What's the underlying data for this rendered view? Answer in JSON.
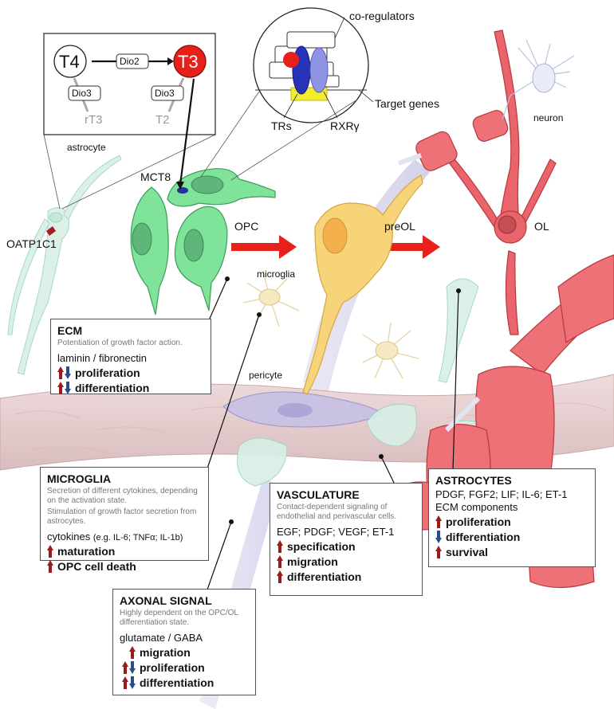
{
  "hormone_inset": {
    "t4": "T4",
    "t3": "T3",
    "dio2": "Dio2",
    "dio3_left": "Dio3",
    "dio3_right": "Dio3",
    "rt3": "rT3",
    "t2": "T2"
  },
  "receptor_inset": {
    "coregulators": "co-regulators",
    "target_genes": "Target genes",
    "trs": "TRs",
    "rxr": "RXRγ"
  },
  "cell_labels": {
    "astrocyte": "astrocyte",
    "mct8": "MCT8",
    "oatp1c1": "OATP1C1",
    "opc": "OPC",
    "preol": "preOL",
    "ol": "OL",
    "neuron": "neuron",
    "microglia": "microglia",
    "pericyte": "pericyte"
  },
  "boxes": {
    "ecm": {
      "title": "ECM",
      "note": "Potentiation of growth factor action.",
      "agents": "laminin / fibronectin",
      "effects": [
        {
          "arrows": [
            "up",
            "down"
          ],
          "text": "proliferation"
        },
        {
          "arrows": [
            "up",
            "down"
          ],
          "text": "differentiation"
        }
      ]
    },
    "microglia": {
      "title": "MICROGLIA",
      "note1": "Secretion of different cytokines, depending on the activation state.",
      "note2": "Stimulation of growth factor secretion from astrocytes.",
      "agents_main": "cytokines",
      "agents_small": "(e.g. IL-6; TNFα; IL-1b)",
      "effects": [
        {
          "arrows": [
            "up"
          ],
          "text": "maturation"
        },
        {
          "arrows": [
            "up"
          ],
          "text": "OPC cell death"
        }
      ]
    },
    "vasculature": {
      "title": "VASCULATURE",
      "note": "Contact-dependent signaling of endothelial and perivascular cells.",
      "agents": "EGF; PDGF; VEGF; ET-1",
      "effects": [
        {
          "arrows": [
            "up"
          ],
          "text": "specification"
        },
        {
          "arrows": [
            "up"
          ],
          "text": "migration"
        },
        {
          "arrows": [
            "up"
          ],
          "text": "differentiation"
        }
      ]
    },
    "astrocytes": {
      "title": "ASTROCYTES",
      "agents1": "PDGF, FGF2; LIF; IL-6; ET-1",
      "agents2": "ECM components",
      "effects": [
        {
          "arrows": [
            "up"
          ],
          "text": "proliferation"
        },
        {
          "arrows": [
            "down"
          ],
          "text": "differentiation"
        },
        {
          "arrows": [
            "up"
          ],
          "text": "survival"
        }
      ]
    },
    "axonal": {
      "title": "AXONAL SIGNAL",
      "note": "Highly dependent on the OPC/OL differentiation state.",
      "agents": "glutamate / GABA",
      "effects": [
        {
          "arrows": [
            "up"
          ],
          "text": "migration"
        },
        {
          "arrows": [
            "up",
            "down"
          ],
          "text": "proliferation"
        },
        {
          "arrows": [
            "up",
            "down"
          ],
          "text": "differentiation"
        }
      ]
    }
  },
  "colors": {
    "opc": "#7fe39a",
    "preol": "#f7d37a",
    "ol": "#e9646b",
    "vessel": "#e7cfd0",
    "astro": "#d8f0e6",
    "up_arrow": "#9b1b1b",
    "down_arrow": "#2a4d8a",
    "t3": "#e8201a"
  }
}
